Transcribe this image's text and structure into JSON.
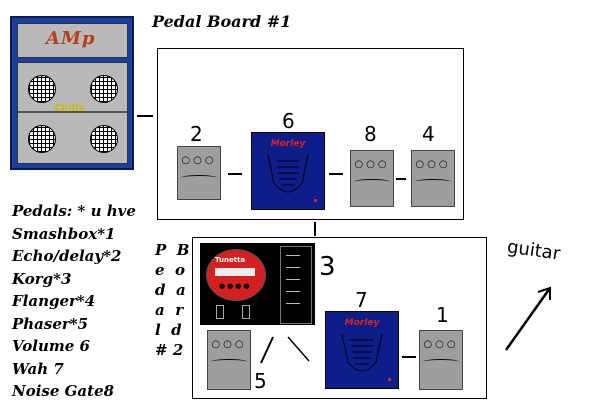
{
  "amp": {
    "logo": "AMp",
    "brand": "Chills"
  },
  "board1": {
    "title": "Pedal Board #1",
    "numbers": [
      "2",
      "6",
      "8",
      "4"
    ]
  },
  "board2": {
    "title_letters": [
      [
        "P",
        "B"
      ],
      [
        "e",
        "o"
      ],
      [
        "d",
        "a"
      ],
      [
        "a",
        "r"
      ],
      [
        "l",
        "d"
      ],
      [
        "#",
        "2"
      ]
    ],
    "numbers": [
      "3",
      "7",
      "1",
      "5"
    ]
  },
  "tuner": {
    "brand": "Tunetta"
  },
  "wah_brand": "Morley",
  "guitar_label": "guitar",
  "pedal_list": {
    "heading": "Pedals: * u hve",
    "items": [
      "Smashbox*1",
      "Echo/delay*2",
      "Korg*3",
      "Flanger*4",
      "Phaser*5",
      "Volume 6",
      "Wah 7",
      "Noise Gate8"
    ]
  },
  "colors": {
    "amp": "#1a3fa0",
    "wah": "#0d1e8a",
    "grey_pedal": "#9e9e9e",
    "tuner": "#000000",
    "brand_red": "#e0201a"
  }
}
